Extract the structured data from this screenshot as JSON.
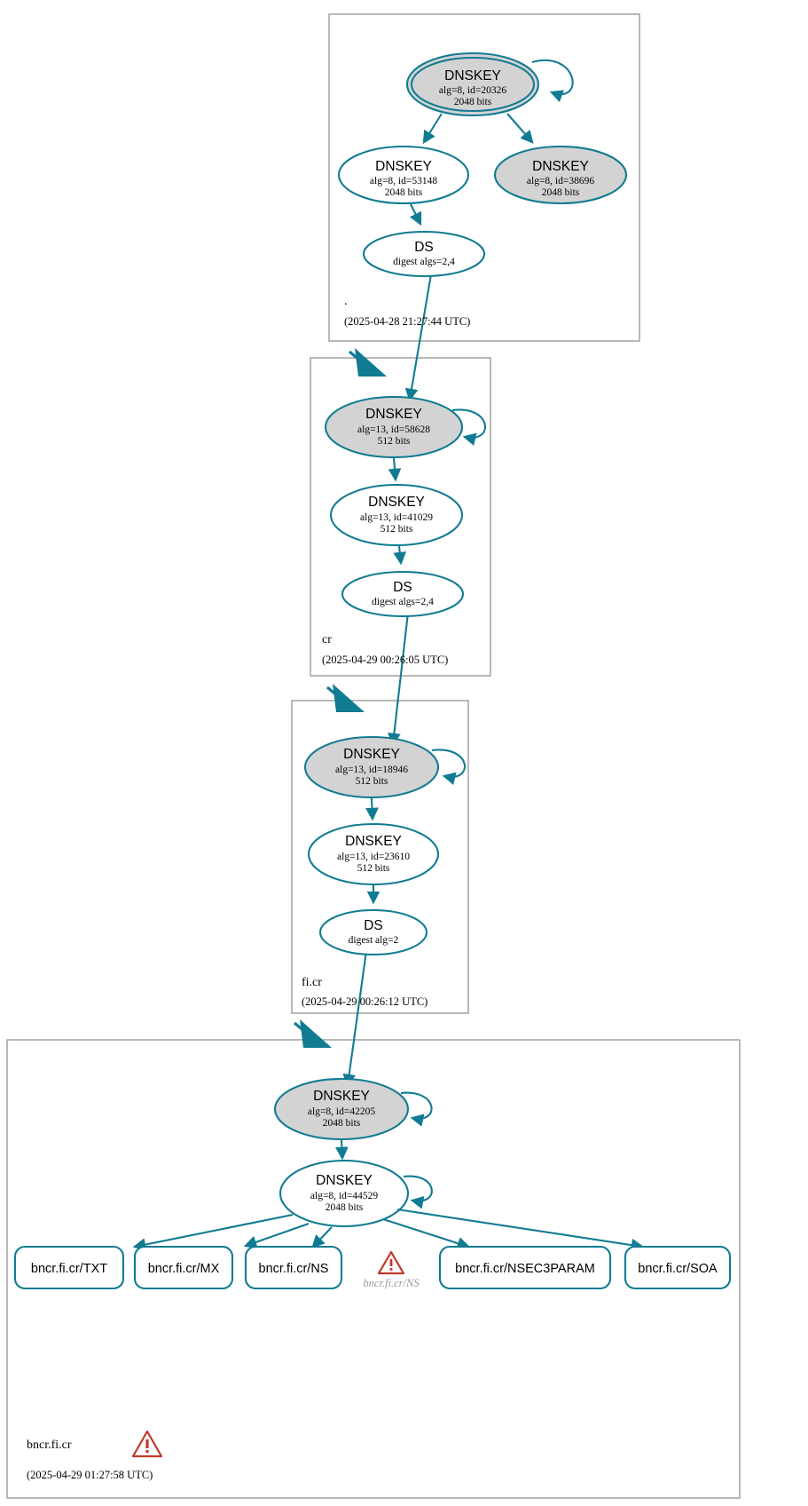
{
  "diagram": {
    "kind": "dnssec-authentication-chain",
    "accent_color": "#117b92",
    "key_fill_secure": "#d3d3d3",
    "key_fill_plain": "#ffffff",
    "warning_color": "#c0392b",
    "zone_border_color": "#9a9a9a"
  },
  "zones": [
    {
      "id": "root",
      "name": ".",
      "timestamp": "(2025-04-28 21:27:44 UTC)",
      "nodes": [
        {
          "id": "root-ksk",
          "type": "DNSKEY",
          "title": "DNSKEY",
          "line2": "alg=8, id=20326",
          "line3": "2048 bits",
          "style": "gray-double"
        },
        {
          "id": "root-zsk",
          "type": "DNSKEY",
          "title": "DNSKEY",
          "line2": "alg=8, id=53148",
          "line3": "2048 bits",
          "style": "white"
        },
        {
          "id": "root-other",
          "type": "DNSKEY",
          "title": "DNSKEY",
          "line2": "alg=8, id=38696",
          "line3": "2048 bits",
          "style": "gray"
        },
        {
          "id": "root-ds",
          "type": "DS",
          "title": "DS",
          "line2": "digest algs=2,4",
          "line3": "",
          "style": "white"
        }
      ]
    },
    {
      "id": "cr",
      "name": "cr",
      "timestamp": "(2025-04-29 00:26:05 UTC)",
      "nodes": [
        {
          "id": "cr-ksk",
          "type": "DNSKEY",
          "title": "DNSKEY",
          "line2": "alg=13, id=58628",
          "line3": "512 bits",
          "style": "gray"
        },
        {
          "id": "cr-zsk",
          "type": "DNSKEY",
          "title": "DNSKEY",
          "line2": "alg=13, id=41029",
          "line3": "512 bits",
          "style": "white"
        },
        {
          "id": "cr-ds",
          "type": "DS",
          "title": "DS",
          "line2": "digest algs=2,4",
          "line3": "",
          "style": "white"
        }
      ]
    },
    {
      "id": "ficr",
      "name": "fi.cr",
      "timestamp": "(2025-04-29 00:26:12 UTC)",
      "nodes": [
        {
          "id": "ficr-ksk",
          "type": "DNSKEY",
          "title": "DNSKEY",
          "line2": "alg=13, id=18946",
          "line3": "512 bits",
          "style": "gray"
        },
        {
          "id": "ficr-zsk",
          "type": "DNSKEY",
          "title": "DNSKEY",
          "line2": "alg=13, id=23610",
          "line3": "512 bits",
          "style": "white"
        },
        {
          "id": "ficr-ds",
          "type": "DS",
          "title": "DS",
          "line2": "digest alg=2",
          "line3": "",
          "style": "white"
        }
      ]
    },
    {
      "id": "bncrficr",
      "name": "bncr.fi.cr",
      "timestamp": "(2025-04-29 01:27:58 UTC)",
      "has_warning": true,
      "nodes": [
        {
          "id": "bncr-ksk",
          "type": "DNSKEY",
          "title": "DNSKEY",
          "line2": "alg=8, id=42205",
          "line3": "2048 bits",
          "style": "gray"
        },
        {
          "id": "bncr-zsk",
          "type": "DNSKEY",
          "title": "DNSKEY",
          "line2": "alg=8, id=44529",
          "line3": "2048 bits",
          "style": "white"
        }
      ],
      "rrsets": [
        {
          "id": "rr-txt",
          "label": "bncr.fi.cr/TXT"
        },
        {
          "id": "rr-mx",
          "label": "bncr.fi.cr/MX"
        },
        {
          "id": "rr-ns",
          "label": "bncr.fi.cr/NS"
        },
        {
          "id": "rr-ns-warn",
          "label": "bncr.fi.cr/NS",
          "warning": true
        },
        {
          "id": "rr-nsec3param",
          "label": "bncr.fi.cr/NSEC3PARAM"
        },
        {
          "id": "rr-soa",
          "label": "bncr.fi.cr/SOA"
        }
      ]
    }
  ]
}
